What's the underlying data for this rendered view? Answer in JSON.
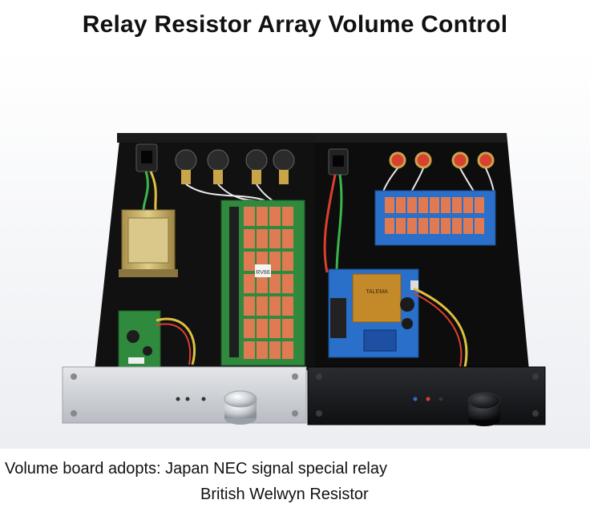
{
  "title": "Relay Resistor Array Volume Control",
  "caption": {
    "line1": "Volume board adopts: Japan NEC signal special relay",
    "line2": "British Welwyn Resistor"
  },
  "labels": {
    "left_board_tag": "RV66",
    "right_transformer_text": "TALEMA"
  },
  "colors": {
    "silver_panel": "#cfd2d6",
    "black_chassis": "#141414",
    "relay_orange": "#e07a52",
    "pcb_green": "#2f8a3e",
    "pcb_blue": "#2a6fc9",
    "transformer_gold": "#c9b36a"
  }
}
